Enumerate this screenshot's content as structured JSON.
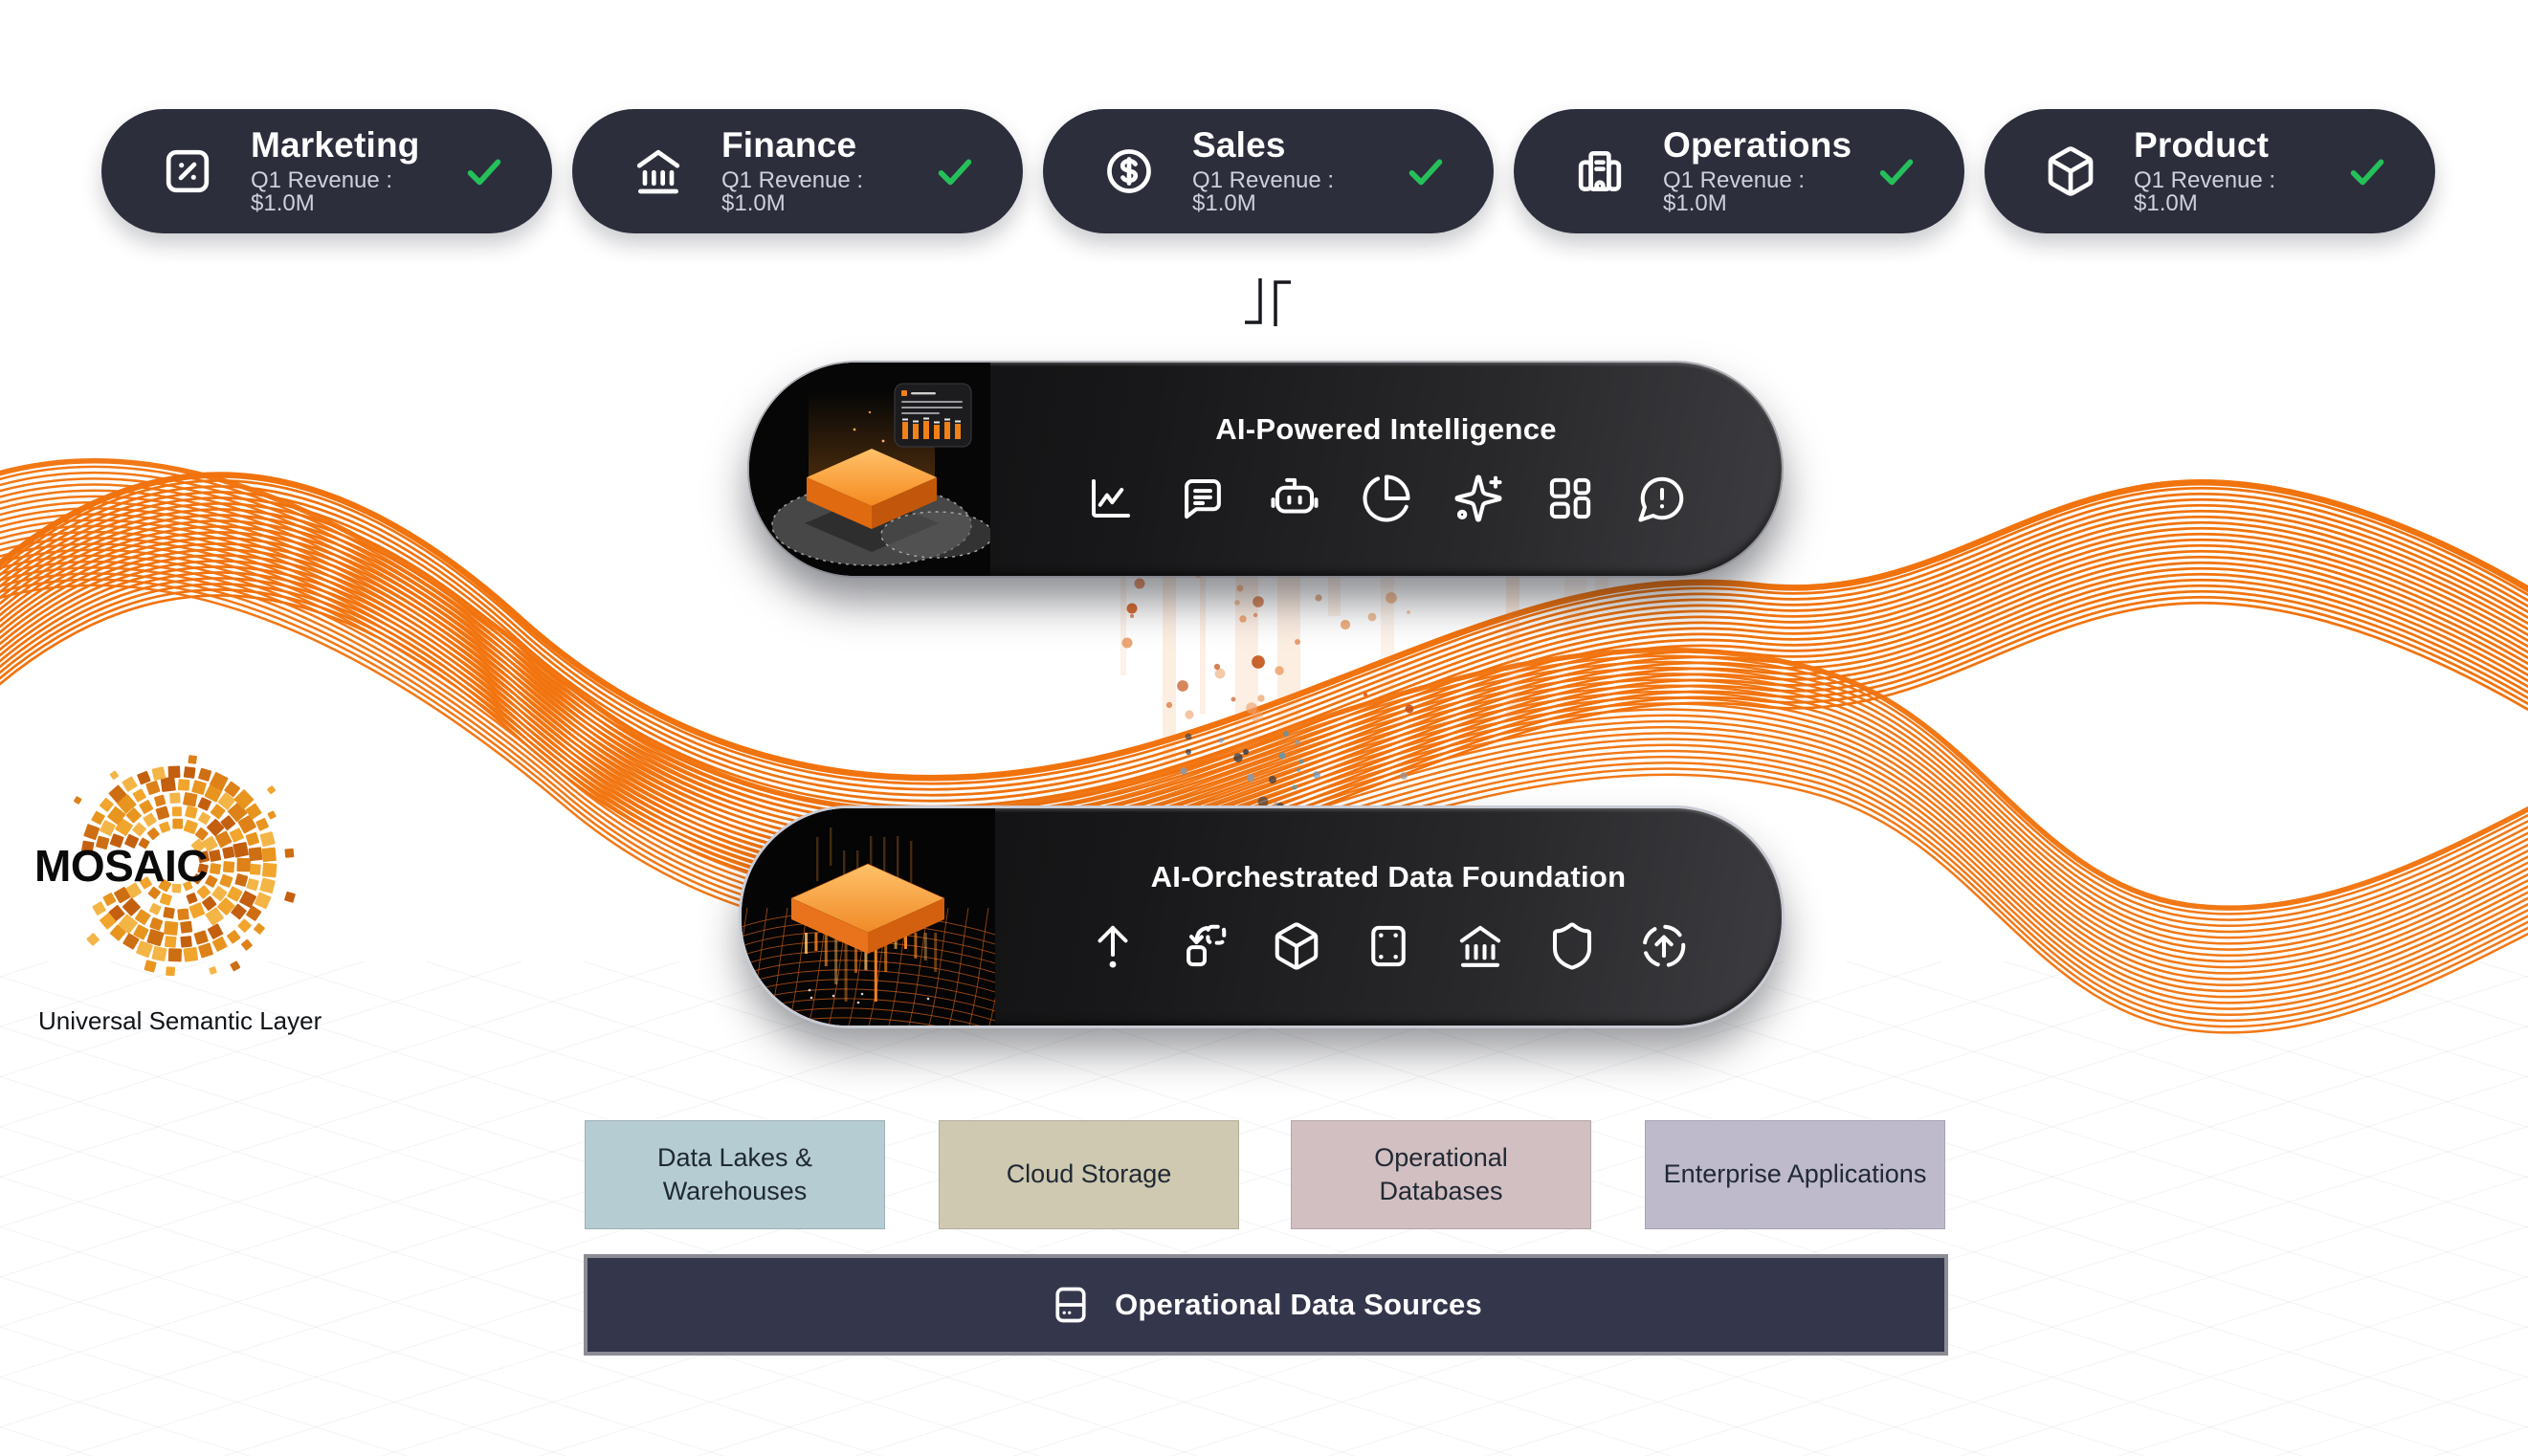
{
  "departments": [
    {
      "label": "Marketing",
      "revenue": "Q1 Revenue : $1.0M",
      "icon": "percent-square-icon"
    },
    {
      "label": "Finance",
      "revenue": "Q1 Revenue : $1.0M",
      "icon": "bank-icon"
    },
    {
      "label": "Sales",
      "revenue": "Q1 Revenue : $1.0M",
      "icon": "dollar-circle-icon"
    },
    {
      "label": "Operations",
      "revenue": "Q1 Revenue : $1.0M",
      "icon": "building-icon"
    },
    {
      "label": "Product",
      "revenue": "Q1 Revenue : $1.0M",
      "icon": "cube-icon"
    }
  ],
  "intelligence": {
    "title": "AI-Powered Intelligence",
    "icons": [
      "chart-line-icon",
      "message-square-text-icon",
      "bot-icon",
      "pie-chart-icon",
      "sparkles-icon",
      "layout-blocks-icon",
      "message-circle-warning-icon"
    ]
  },
  "foundation": {
    "title": "AI-Orchestrated Data Foundation",
    "icons": [
      "arrow-up-from-dot-icon",
      "replace-icon",
      "package-icon",
      "proportions-icon",
      "landmark-icon",
      "shield-icon",
      "refresh-up-icon"
    ]
  },
  "semantic_layer": {
    "brand": "MOSAIC",
    "caption": "Universal Semantic Layer"
  },
  "data_sources": {
    "boxes": [
      {
        "label": "Data Lakes & Warehouses",
        "color": "#b5cdd2"
      },
      {
        "label": "Cloud Storage",
        "color": "#cfc9b1"
      },
      {
        "label": "Operational Databases",
        "color": "#d2bfc1"
      },
      {
        "label": "Enterprise Applications",
        "color": "#bebacb"
      }
    ],
    "bar_label": "Operational Data Sources",
    "bar_icon": "hard-drive-icon"
  },
  "status": {
    "check_color": "#25c05a"
  },
  "colors": {
    "accent_orange": "#f1730d",
    "pill_bg": "#2c2e3c",
    "sources_bar_bg": "#34364c"
  }
}
